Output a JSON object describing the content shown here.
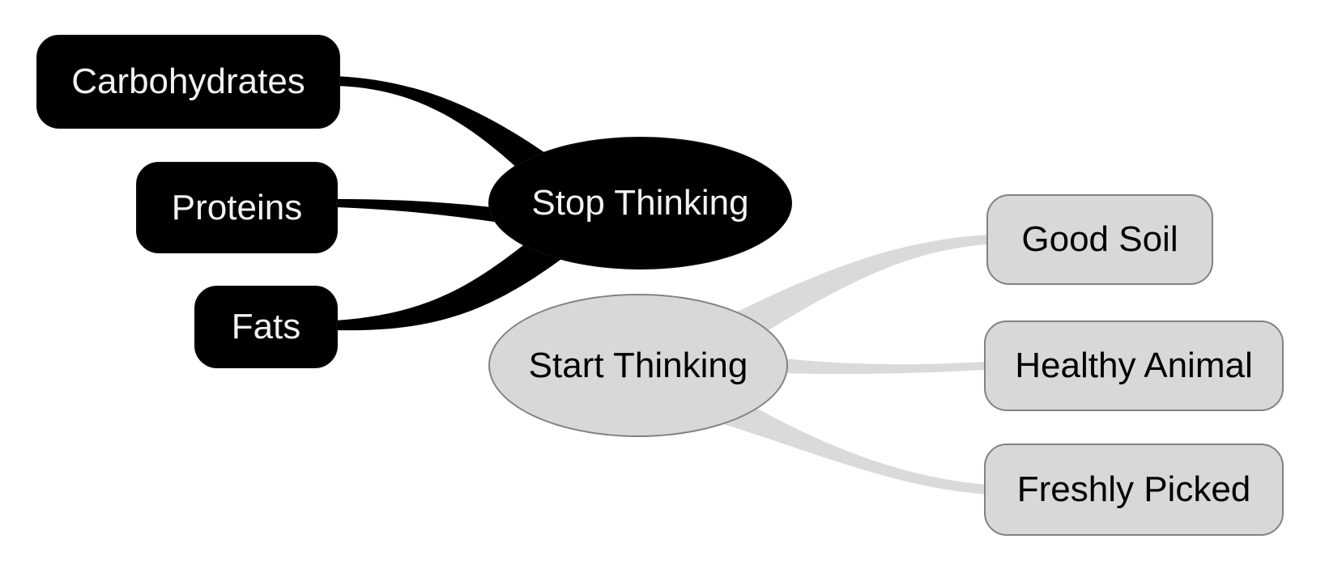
{
  "diagram": {
    "type": "mindmap",
    "center_nodes": [
      {
        "id": "stop-thinking",
        "label": "Stop Thinking",
        "fill": "#000000",
        "text_color": "#f2f2f2"
      },
      {
        "id": "start-thinking",
        "label": "Start Thinking",
        "fill": "#d8d8d8",
        "text_color": "#000000",
        "border_color": "#828282"
      }
    ],
    "stop_children": [
      {
        "label": "Carbohydrates"
      },
      {
        "label": "Proteins"
      },
      {
        "label": "Fats"
      }
    ],
    "start_children": [
      {
        "label": "Good Soil"
      },
      {
        "label": "Healthy Animal"
      },
      {
        "label": "Freshly Picked"
      }
    ],
    "link_colors": {
      "stop_branch": "#000000",
      "start_branch": "#dadada"
    }
  }
}
